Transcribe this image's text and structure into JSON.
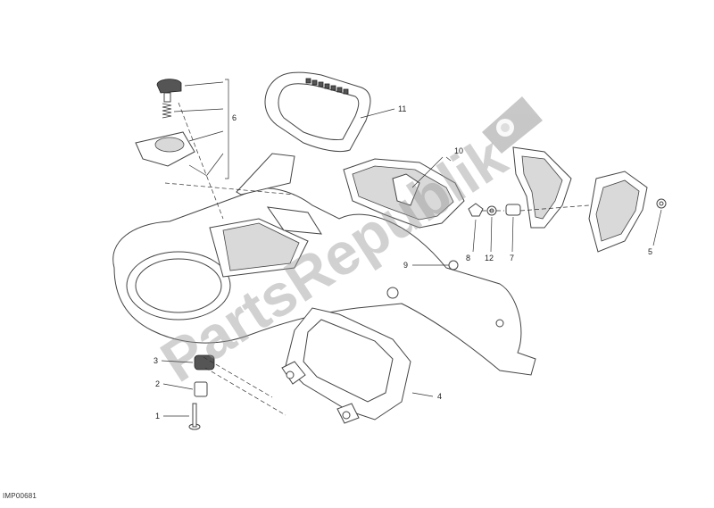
{
  "drawing_code": "IMP00681",
  "callouts": [
    {
      "id": "c1",
      "label": "1"
    },
    {
      "id": "c2",
      "label": "2"
    },
    {
      "id": "c3",
      "label": "3"
    },
    {
      "id": "c4",
      "label": "4"
    },
    {
      "id": "c5",
      "label": "5"
    },
    {
      "id": "c6",
      "label": "6"
    },
    {
      "id": "c7",
      "label": "7"
    },
    {
      "id": "c8",
      "label": "8"
    },
    {
      "id": "c9",
      "label": "9"
    },
    {
      "id": "c10",
      "label": "10"
    },
    {
      "id": "c11",
      "label": "11"
    },
    {
      "id": "c12",
      "label": "12"
    }
  ],
  "watermark": {
    "text": "PartsRepublik",
    "color": "#9a9a9a"
  }
}
